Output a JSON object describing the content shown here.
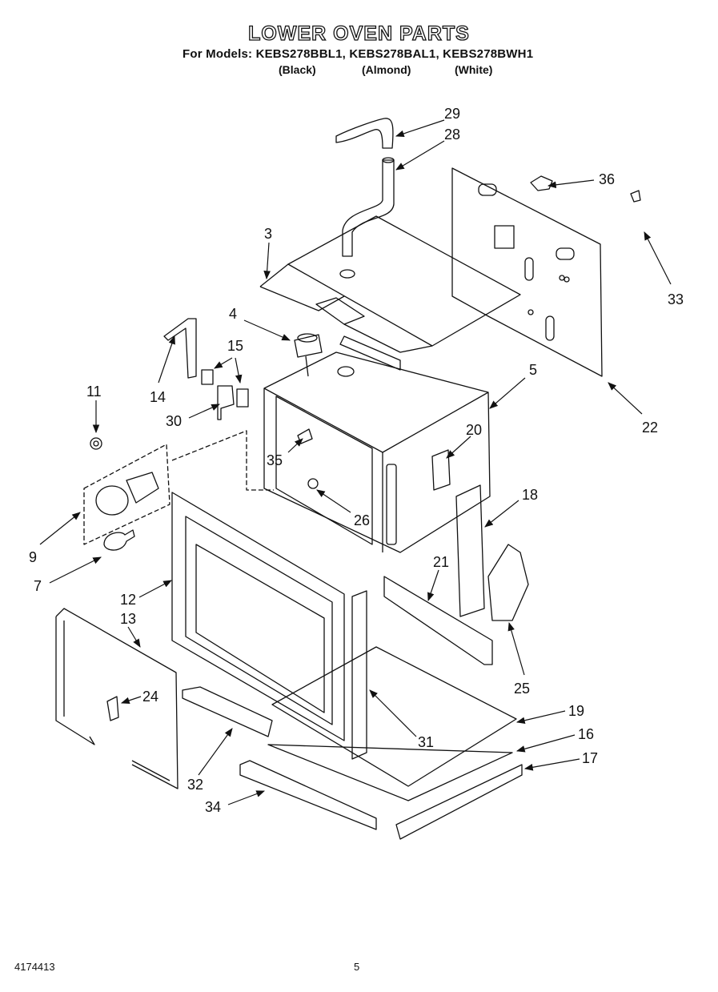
{
  "header": {
    "title": "LOWER OVEN PARTS",
    "models_line": "For Models: KEBS278BBL1, KEBS278BAL1, KEBS278BWH1",
    "variants": [
      "(Black)",
      "(Almond)",
      "(White)"
    ]
  },
  "callouts": [
    "29",
    "28",
    "36",
    "3",
    "33",
    "4",
    "15",
    "5",
    "11",
    "14",
    "30",
    "22",
    "20",
    "35",
    "26",
    "18",
    "9",
    "21",
    "12",
    "7",
    "13",
    "25",
    "24",
    "19",
    "31",
    "16",
    "17",
    "32",
    "34"
  ],
  "footer": {
    "doc_number": "4174413",
    "page_number": "5"
  }
}
